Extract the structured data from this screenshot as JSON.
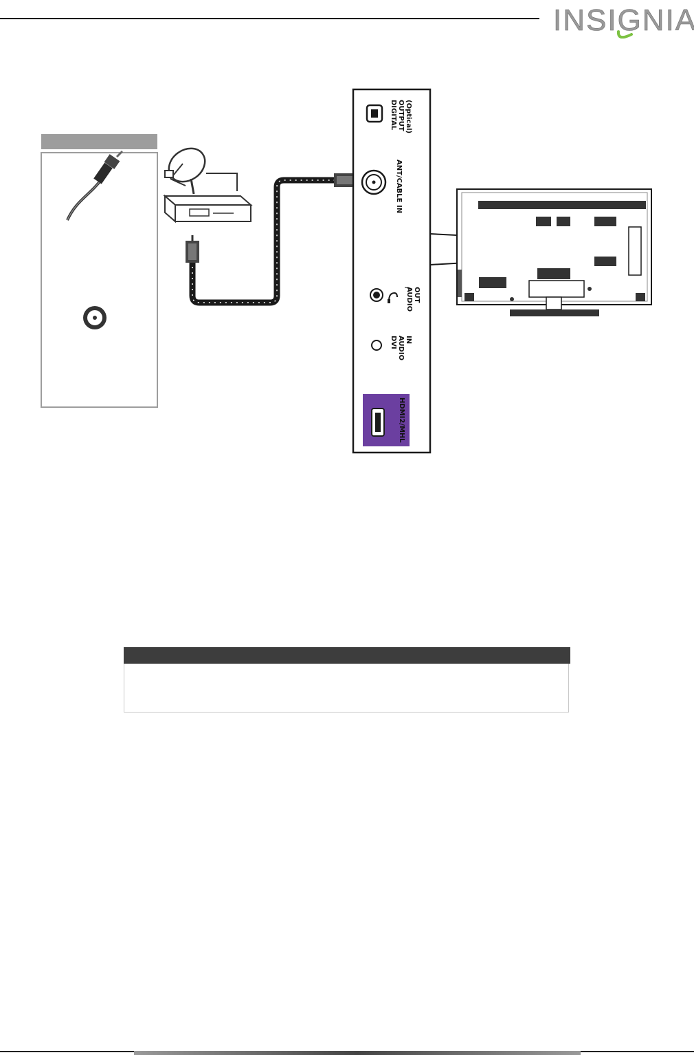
{
  "header": {
    "brand": "INSIGNIA",
    "accent_color": "#7cc242"
  },
  "panel": {
    "ports": [
      {
        "name": "digital-output",
        "lines": [
          "DIGITAL",
          "OUTPUT",
          "(Optical)"
        ]
      },
      {
        "name": "ant-cable-in",
        "lines": [
          "ANT/CABLE IN"
        ]
      },
      {
        "name": "audio-out",
        "lines": [
          "/",
          "AUDIO",
          "OUT"
        ]
      },
      {
        "name": "dvi-audio-in",
        "lines": [
          "DVI",
          "AUDIO",
          "IN"
        ]
      },
      {
        "name": "hdmi2-mhl",
        "lines": [
          "HDMI2/MHL"
        ]
      }
    ],
    "hdmi_color": "#6b3fa0"
  },
  "icons": {
    "satellite": "satellite-dish-icon",
    "receiver": "cable-box-icon",
    "coax_plug": "coaxial-plug-icon",
    "coax_jack": "coaxial-jack-icon",
    "tv_back": "tv-rear-icon",
    "headphone": "headphone-icon"
  }
}
